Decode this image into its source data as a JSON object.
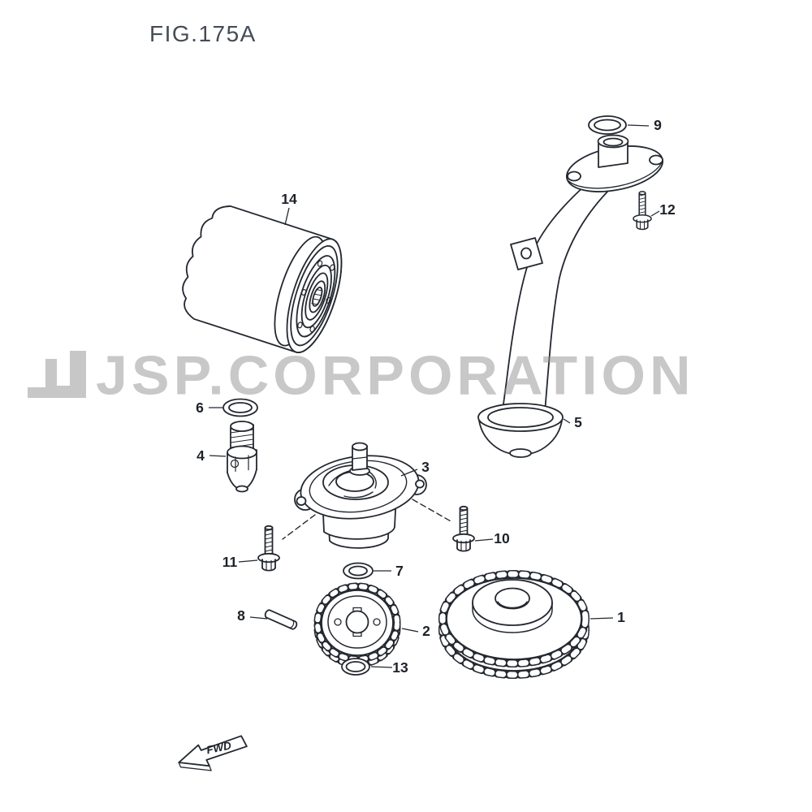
{
  "figure": {
    "title": "FIG.175A",
    "watermark": "JSP.CORPORATION",
    "fwd_label": "FWD"
  },
  "callouts": [
    "1",
    "2",
    "3",
    "4",
    "5",
    "6",
    "7",
    "8",
    "9",
    "10",
    "11",
    "12",
    "13",
    "14"
  ],
  "colors": {
    "line_color": "#232830",
    "label_color": "#1d2128",
    "title_color": "#454c56",
    "watermark_color": "#c8c8c8"
  }
}
